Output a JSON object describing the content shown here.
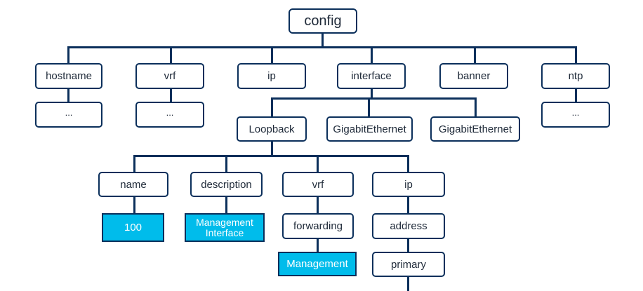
{
  "tree": {
    "root": "config",
    "top_level": [
      "hostname",
      "vrf",
      "ip",
      "interface",
      "banner",
      "ntp"
    ],
    "ellipsis": "...",
    "interfaces": [
      "Loopback",
      "GigabitEthernet",
      "GigabitEthernet"
    ],
    "loopback_children": [
      "name",
      "description",
      "vrf",
      "ip"
    ],
    "name_value": "100",
    "description_value": "Management Interface",
    "vrf_child": "forwarding",
    "vrf_forwarding_value": "Management",
    "ip_child": "address",
    "address_child": "primary"
  },
  "colors": {
    "border": "#0b2f5b",
    "value_fill": "#00bceb",
    "text": "#202b3a"
  }
}
